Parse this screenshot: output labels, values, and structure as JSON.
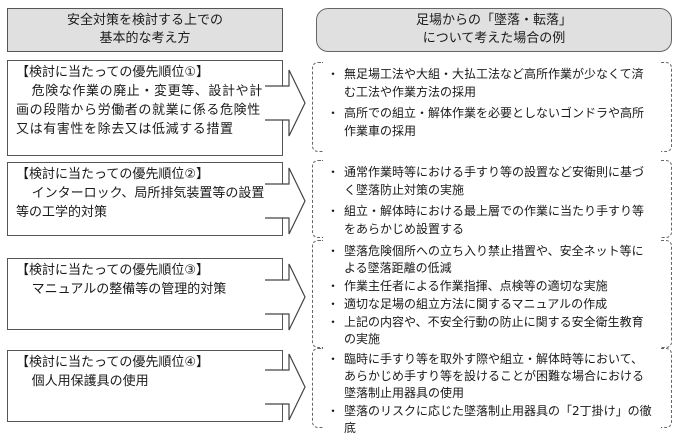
{
  "left_header": {
    "line1": "安全対策を検討する上での",
    "line2": "基本的な考え方"
  },
  "right_header": {
    "line1": "足場からの「墜落・転落」",
    "line2": "について考えた場合の例"
  },
  "priorities": [
    {
      "title": "【検討に当たっての優先順位①】",
      "body": "危険な作業の廃止・変更等、設計や計画の段階から労働者の就業に係る危険性又は有害性を除去又は低減する措置",
      "examples": [
        "無足場工法や大組・大払工法など高所作業が少なくて済む工法や作業方法の採用",
        "高所での組立・解体作業を必要としないゴンドラや高所作業車の採用"
      ]
    },
    {
      "title": "【検討に当たっての優先順位②】",
      "body": "インターロック、局所排気装置等の設置等の工学的対策",
      "examples": [
        "通常作業時等における手すり等の設置など安衛則に基づく墜落防止対策の実施",
        "組立・解体時における最上層での作業に当たり手すり等をあらかじめ設置する"
      ]
    },
    {
      "title": "【検討に当たっての優先順位③】",
      "body": "マニュアルの整備等の管理的対策",
      "examples": [
        "墜落危険個所への立ち入り禁止措置や、安全ネット等による墜落距離の低減",
        "作業主任者による作業指揮、点検等の適切な実施",
        "適切な足場の組立方法に関するマニュアルの作成",
        "上記の内容や、不安全行動の防止に関する安全衛生教育の実施"
      ]
    },
    {
      "title": "【検討に当たっての優先順位④】",
      "body": "個人用保護具の使用",
      "examples": [
        "臨時に手すり等を取外す際や組立・解体時等において、あらかじめ手すり等を設けることが困難な場合における墜落制止用器具の使用",
        "墜落のリスクに応じた墜落制止用器具の「2丁掛け」の徹底"
      ]
    }
  ],
  "bullet_symbol": "・"
}
